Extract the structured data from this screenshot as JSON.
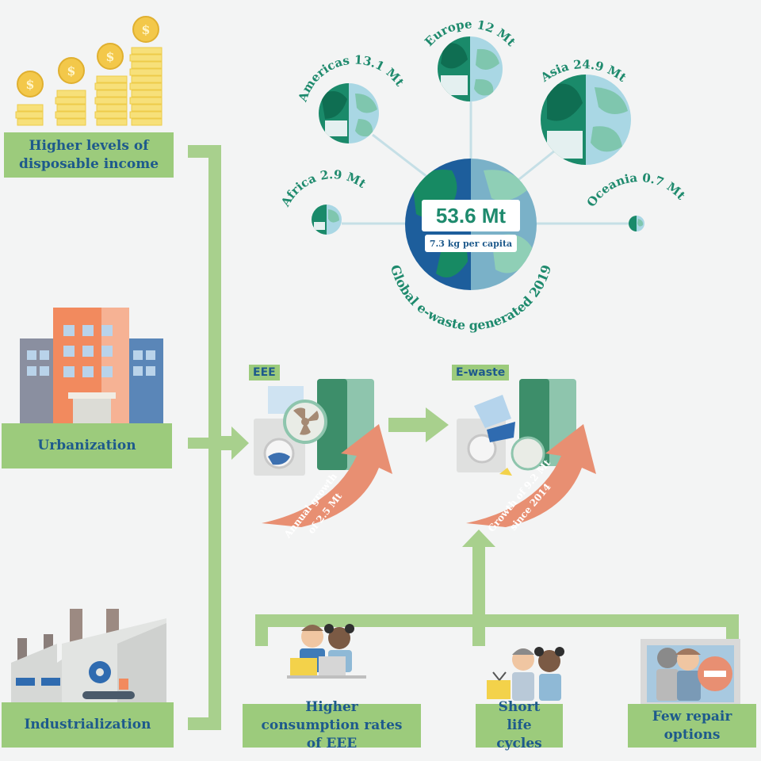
{
  "drivers": {
    "income": "Higher levels of disposable income",
    "urbanization": "Urbanization",
    "industrialization": "Industrialization"
  },
  "global": {
    "total": "53.6 Mt",
    "per_capita": "7.3 kg per capita",
    "caption": "Global e-waste generated 2019"
  },
  "regions": [
    {
      "name": "Americas",
      "value": "13.1 Mt",
      "label": "Americas 13.1 Mt"
    },
    {
      "name": "Europe",
      "value": "12 Mt",
      "label": "Europe 12 Mt"
    },
    {
      "name": "Asia",
      "value": "24.9 Mt",
      "label": "Asia 24.9 Mt"
    },
    {
      "name": "Africa",
      "value": "2.9 Mt",
      "label": "Africa 2.9 Mt"
    },
    {
      "name": "Oceania",
      "value": "0.7 Mt",
      "label": "Oceania 0.7 Mt"
    }
  ],
  "stages": {
    "eee_tag": "EEE",
    "ewaste_tag": "E-waste",
    "eee_growth_line1": "Annual growth",
    "eee_growth_line2": "of 2.5 Mt",
    "ewaste_growth_line1": "Growth of 9.2 Mt",
    "ewaste_growth_line2": "since 2014"
  },
  "factors": {
    "consumption": "Higher consumption rates of EEE",
    "short_life": "Short life cycles",
    "repair": "Few repair options"
  },
  "colors": {
    "label_bg": "#9ccb7c",
    "label_text": "#1e5a8c",
    "region_text": "#1e8a6d",
    "arrow": "#a8d08d",
    "growth_arrow": "#e88f72"
  }
}
